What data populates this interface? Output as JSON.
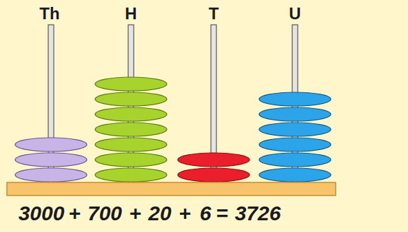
{
  "diagram": {
    "labels": [
      "Th",
      "H",
      "T",
      "U",
      "3000",
      "+",
      "700",
      "+",
      "20",
      "+",
      "6",
      "=",
      "3726"
    ]
  }
}
